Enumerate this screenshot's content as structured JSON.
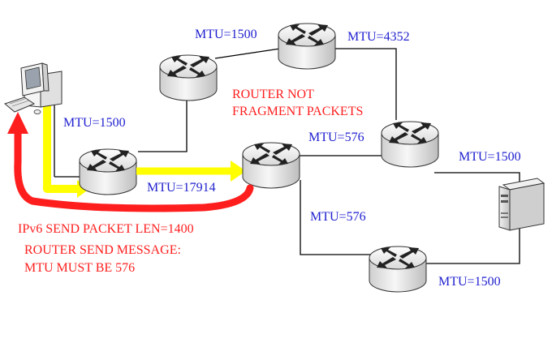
{
  "colors": {
    "mtu_text": "#1f1fd0",
    "warning_text": "#ff1e1e",
    "forward_arrow": "#ffff00",
    "return_arrow": "#ff1e1e",
    "link_line": "#000000"
  },
  "icons": {
    "router": "router-icon",
    "client": "desktop-computer-icon",
    "server": "server-tower-icon"
  },
  "mtu_labels": {
    "top_left_link": "MTU=1500",
    "top_right_link": "MTU=4352",
    "client_link": "MTU=1500",
    "core_link": "MTU=17914",
    "right_link": "MTU=576",
    "server_link": "MTU=1500",
    "lower_link": "MTU=576",
    "bottom_link": "MTU=1500"
  },
  "annotations": {
    "router_note_line1": "ROUTER NOT",
    "router_note_line2": "FRAGMENT PACKETS",
    "ipv6_send": "IPv6 SEND PACKET LEN=1400",
    "router_message_line1": "ROUTER SEND MESSAGE:",
    "router_message_line2": "MTU MUST BE 576"
  }
}
